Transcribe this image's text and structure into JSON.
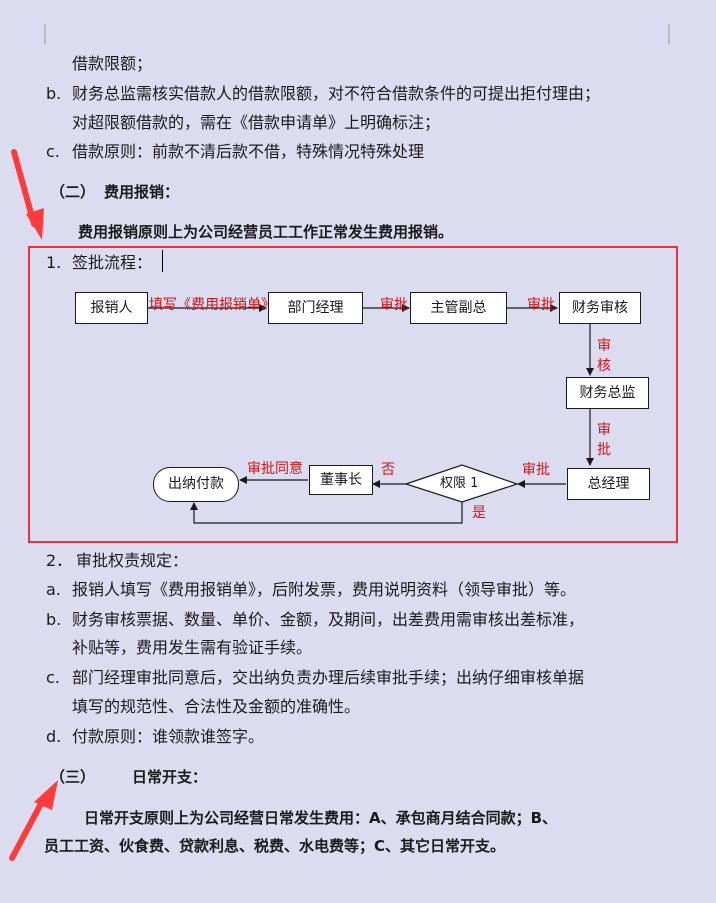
{
  "lines": {
    "l1": "借款限额；",
    "l2_marker": "b.",
    "l2": "财务总监需核实借款人的借款限额，对不符合借款条件的可提出拒付理由；",
    "l3": "对超限额借款的，需在《借款申请单》上明确标注；",
    "l4_marker": "c.",
    "l4": "借款原则：前款不清后款不借，特殊情况特殊处理",
    "sec2_num": "（二）",
    "sec2_title": "费用报销：",
    "principle": "费用报销原则上为公司经营员工工作正常发生费用报销。",
    "item1_num": "1.",
    "item1": "签批流程："
  },
  "flow": {
    "nodes": {
      "claimant": "报销人",
      "dept_manager": "部门经理",
      "deputy_gm": "主管副总",
      "finance_review": "财务审核",
      "cfo": "财务总监",
      "gm": "总经理",
      "limit": "权限 1",
      "chairman": "董事长",
      "cashier": "出纳付款"
    },
    "labels": {
      "fill_form": "填写《费用报销单》",
      "approve1": "审批",
      "approve2": "审批",
      "review_1": "审",
      "review_2": "核",
      "approve3_1": "审",
      "approve3_2": "批",
      "approve4": "审批",
      "no": "否",
      "approve_agree": "审批同意",
      "yes": "是"
    }
  },
  "rules": {
    "title_num": "2．",
    "title": "审批权责规定：",
    "a_marker": "a.",
    "a": "报销人填写《费用报销单》，后附发票，费用说明资料（领导审批）等。",
    "b_marker": "b.",
    "b1": "财务审核票据、数量、单价、金额，及期间，出差费用需审核出差标准，",
    "b2": "补贴等，费用发生需有验证手续。",
    "c_marker": "c.",
    "c1": "部门经理审批同意后，交出纳负责办理后续审批手续；出纳仔细审核单据",
    "c2": "填写的规范性、合法性及金额的准确性。",
    "d_marker": "d.",
    "d": "付款原则：谁领款谁签字。"
  },
  "sec3": {
    "num": "（三）",
    "title": "日常开支：",
    "p1": "日常开支原则上为公司经营日常发生费用：A、承包商月结合同款；B、",
    "p2": "员工工资、伙食费、贷款利息、税费、水电费等；C、其它日常开支。"
  },
  "colors": {
    "page_bg": "#dcdcf0",
    "highlight_box": "#e8333a",
    "annotation_arrow": "#ff3b3b",
    "label_red": "#dd1111"
  }
}
